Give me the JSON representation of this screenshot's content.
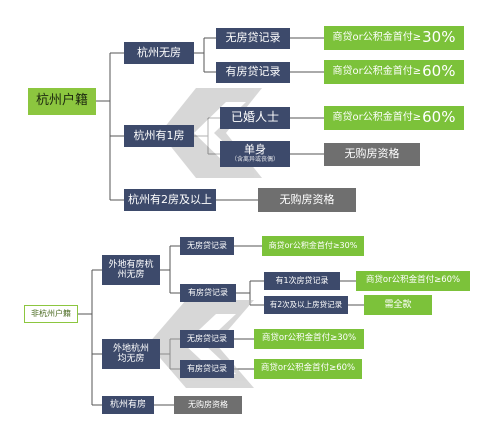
{
  "top": {
    "root": "杭州户籍",
    "no_house": "杭州无房",
    "one_house": "杭州有1房",
    "two_plus": "杭州有2房及以上",
    "no_loan_record": "无房贷记录",
    "has_loan_record": "有房贷记录",
    "married": "已婚人士",
    "single": "单身",
    "single_note": "（含离异或丧偶）",
    "result_30_prefix": "商贷or公积金首付≥",
    "result_30_value": "30%",
    "result_60_prefix": "商贷or公积金首付≥",
    "result_60_value": "60%",
    "result_married_prefix": "商贷or公积金首付≥",
    "result_married_value": "60%",
    "no_qualification_single": "无购房资格",
    "no_qualification_two": "无购房资格"
  },
  "bottom": {
    "root": "非杭州户籍",
    "nonlocal_no_house_line1": "外地有房杭",
    "nonlocal_no_house_line2": "州无房",
    "nonlocal_all_none_line1": "外地杭州",
    "nonlocal_all_none_line2": "均无房",
    "hangzhou_has_house": "杭州有房",
    "no_loan_record_a": "无房贷记录",
    "has_loan_record_a": "有房贷记录",
    "first_loan": "有1次房贷记录",
    "second_loan": "有2次及以上房贷记录",
    "no_loan_record_b": "无房贷记录",
    "has_loan_record_b": "有房贷记录",
    "result_a30": "商贷or公积金首付≥30%",
    "result_a60": "商贷or公积金首付≥60%",
    "result_full": "需全款",
    "result_b30": "商贷or公积金首付≥30%",
    "result_b60": "商贷or公积金首付≥60%",
    "no_qualification": "无购房资格"
  },
  "colors": {
    "navy": "#3d4a6b",
    "green": "#7cc23a",
    "gray": "#6f6f6f",
    "line": "#555555",
    "watermark": "#b8b8b8"
  },
  "watermark_icon": "double-chevron-watermark"
}
